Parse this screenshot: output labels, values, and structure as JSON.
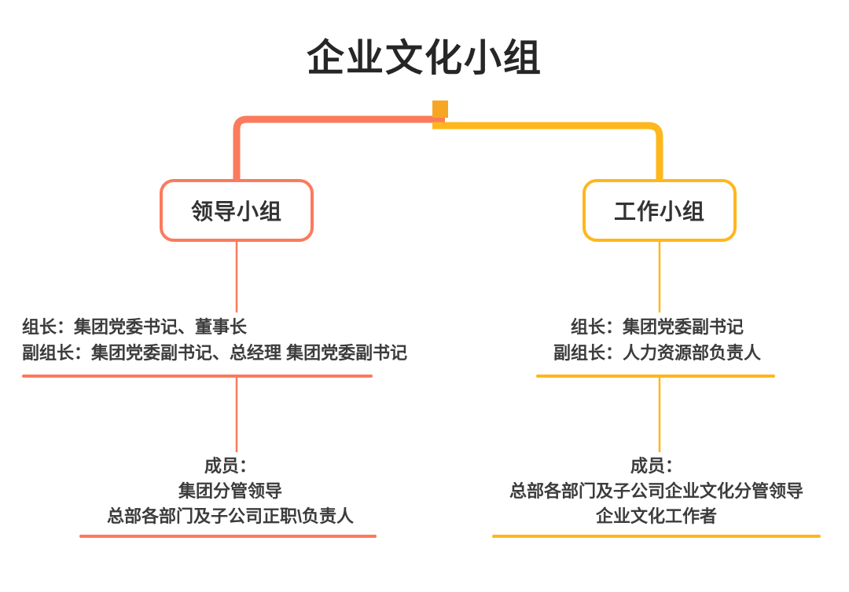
{
  "title": "企业文化小组",
  "colors": {
    "left_branch": "#FB7B5C",
    "right_branch": "#FFB71E",
    "root_marker": "#F7A623",
    "title_text": "#262626",
    "body_text": "#3C3C3C"
  },
  "branches": {
    "left": {
      "node_label": "领导小组",
      "roles": {
        "line1": "组长：集团党委书记、董事长",
        "line2": "副组长：集团党委副书记、总经理 集团党委副书记"
      },
      "members": {
        "line1": "成员：",
        "line2": "集团分管领导",
        "line3": "总部各部门及子公司正职\\负责人"
      }
    },
    "right": {
      "node_label": "工作小组",
      "roles": {
        "line1": "组长：集团党委副书记",
        "line2": "副组长：人力资源部负责人"
      },
      "members": {
        "line1": "成员：",
        "line2": "总部各部门及子公司企业文化分管领导",
        "line3": "企业文化工作者"
      }
    }
  }
}
